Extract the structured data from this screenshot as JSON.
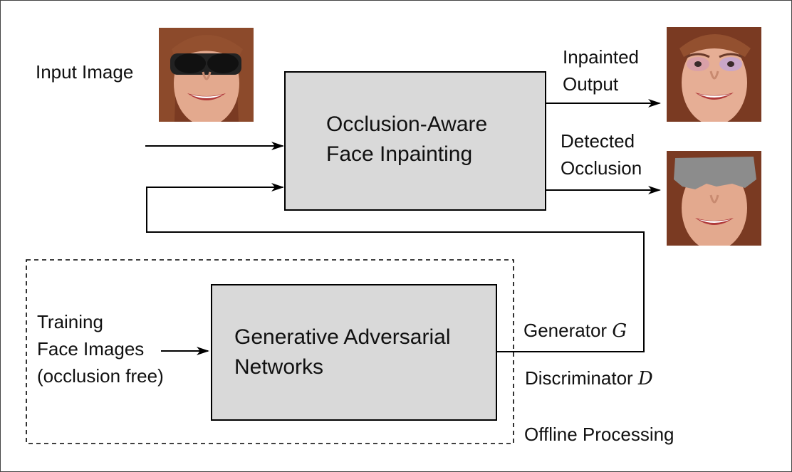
{
  "nodes": {
    "main_box": {
      "line1": "Occlusion-Aware",
      "line2": "Face Inpainting"
    },
    "gan_box": {
      "line1": "Generative Adversarial",
      "line2": "Networks"
    }
  },
  "labels": {
    "input_image": "Input Image",
    "inpainted_output": {
      "line1": "Inpainted",
      "line2": "Output"
    },
    "detected_occlusion": {
      "line1": "Detected",
      "line2": "Occlusion"
    },
    "training": {
      "line1": "Training",
      "line2": "Face Images",
      "line3": "(occlusion free)"
    },
    "generator": {
      "text": "Generator",
      "symbol": "G"
    },
    "discriminator": {
      "text": "Discriminator",
      "symbol": "D"
    },
    "offline_processing": "Offline Processing"
  },
  "images": {
    "input": {
      "name": "input-face-image",
      "sunglasses": true,
      "occlusion_mask": false
    },
    "inpainted": {
      "name": "inpainted-face-image",
      "sunglasses": false,
      "occlusion_mask": false
    },
    "detected": {
      "name": "detected-occlusion-image",
      "sunglasses": false,
      "occlusion_mask": true
    }
  },
  "colors": {
    "box_fill": "#d9d9d9",
    "mask_gray": "#8c8c8c",
    "hair": "#8a4a2a",
    "skin": "#e3a98e"
  }
}
